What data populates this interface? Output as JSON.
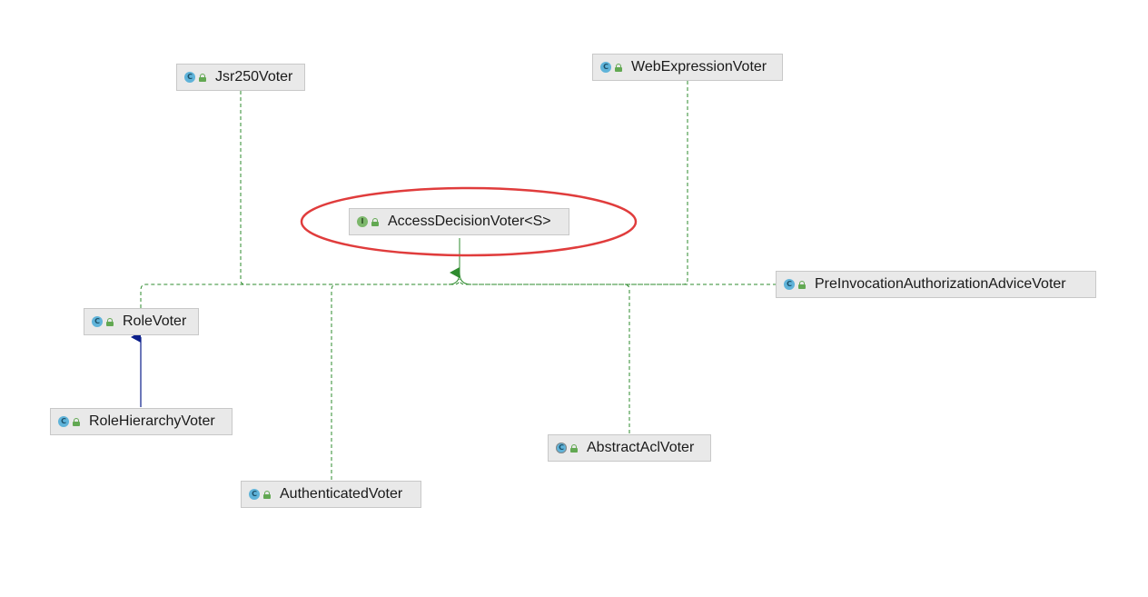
{
  "nodes": [
    {
      "key": "access",
      "label": "AccessDecisionVoter<S>",
      "kind": "interface",
      "kind_symbol": "I"
    },
    {
      "key": "jsr250",
      "label": "Jsr250Voter",
      "kind": "class",
      "kind_symbol": "C"
    },
    {
      "key": "webexpr",
      "label": "WebExpressionVoter",
      "kind": "class",
      "kind_symbol": "C"
    },
    {
      "key": "role",
      "label": "RoleVoter",
      "kind": "class",
      "kind_symbol": "C"
    },
    {
      "key": "rolehier",
      "label": "RoleHierarchyVoter",
      "kind": "class",
      "kind_symbol": "C"
    },
    {
      "key": "preinv",
      "label": "PreInvocationAuthorizationAdviceVoter",
      "kind": "class",
      "kind_symbol": "C"
    },
    {
      "key": "authenticated",
      "label": "AuthenticatedVoter",
      "kind": "class",
      "kind_symbol": "C"
    },
    {
      "key": "abstractacl",
      "label": "AbstractAclVoter",
      "kind": "abstract",
      "kind_symbol": "C"
    }
  ],
  "edges": [
    {
      "from": "jsr250",
      "to": "access",
      "type": "implements"
    },
    {
      "from": "webexpr",
      "to": "access",
      "type": "implements"
    },
    {
      "from": "role",
      "to": "access",
      "type": "implements"
    },
    {
      "from": "preinv",
      "to": "access",
      "type": "implements"
    },
    {
      "from": "authenticated",
      "to": "access",
      "type": "implements"
    },
    {
      "from": "abstractacl",
      "to": "access",
      "type": "implements"
    },
    {
      "from": "rolehier",
      "to": "role",
      "type": "extends"
    }
  ],
  "highlight": {
    "target": "access",
    "shape": "ellipse",
    "color": "#e03c3c"
  },
  "colors": {
    "implements": "#2e8b2e",
    "extends": "#0b1f8a",
    "node_bg": "#e9e9e9",
    "node_border": "#c8c8c8"
  }
}
